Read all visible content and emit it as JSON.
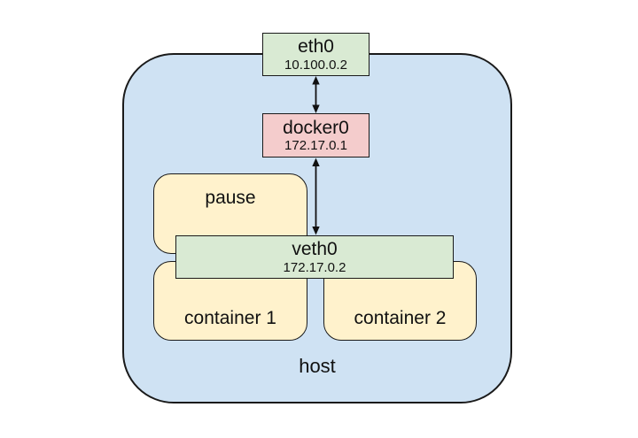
{
  "diagram": {
    "host_label": "host",
    "nodes": {
      "eth0": {
        "title": "eth0",
        "ip": "10.100.0.2"
      },
      "docker0": {
        "title": "docker0",
        "ip": "172.17.0.1"
      },
      "veth0": {
        "title": "veth0",
        "ip": "172.17.0.2"
      },
      "pause": {
        "label": "pause"
      },
      "container1": {
        "label": "container 1"
      },
      "container2": {
        "label": "container 2"
      }
    },
    "connections": [
      {
        "from": "eth0",
        "to": "docker0",
        "style": "double-arrow"
      },
      {
        "from": "docker0",
        "to": "veth0",
        "style": "double-arrow"
      }
    ],
    "colors": {
      "page_bg": "#ffffff",
      "host_fill": "#cfe2f3",
      "interface_fill": "#d9ead3",
      "bridge_fill": "#f4cccc",
      "container_fill": "#fff2cc",
      "border": "#1a1a1a",
      "arrow": "#111111"
    }
  }
}
